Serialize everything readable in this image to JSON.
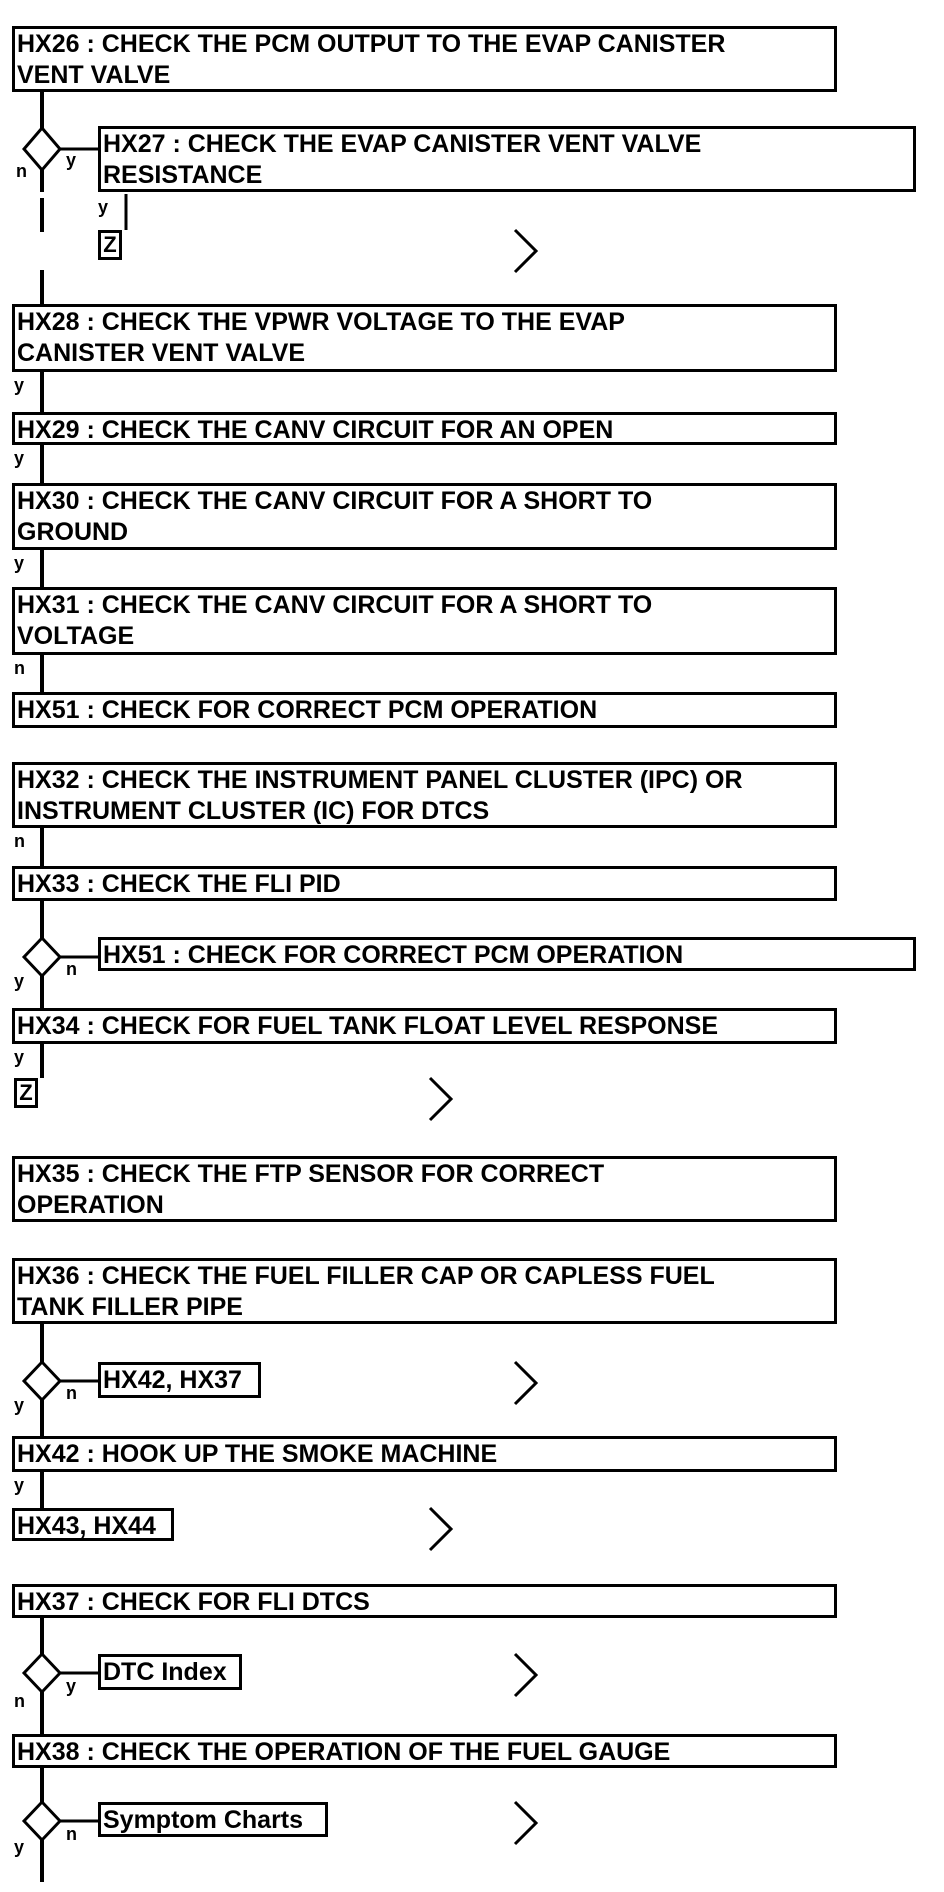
{
  "steps": {
    "hx26": [
      "HX26 : CHECK THE PCM OUTPUT TO THE EVAP CANISTER",
      "VENT VALVE"
    ],
    "hx27": [
      "HX27 : CHECK THE EVAP CANISTER VENT VALVE",
      "RESISTANCE"
    ],
    "hx28": [
      "HX28 : CHECK THE VPWR VOLTAGE TO THE EVAP",
      "CANISTER VENT VALVE"
    ],
    "hx29": "HX29 : CHECK THE CANV CIRCUIT FOR AN OPEN",
    "hx30": [
      "HX30 : CHECK THE CANV CIRCUIT FOR A SHORT TO",
      "GROUND"
    ],
    "hx31": [
      "HX31 : CHECK THE CANV CIRCUIT FOR A SHORT TO",
      "VOLTAGE"
    ],
    "hx51": "HX51 : CHECK FOR CORRECT PCM OPERATION",
    "hx32": [
      "HX32 : CHECK THE INSTRUMENT PANEL CLUSTER (IPC) OR",
      "INSTRUMENT CLUSTER (IC) FOR DTCS"
    ],
    "hx33": "HX33 : CHECK THE FLI PID",
    "hx51b": "HX51 : CHECK FOR CORRECT PCM OPERATION",
    "hx34": "HX34 : CHECK FOR FUEL TANK FLOAT LEVEL RESPONSE",
    "hx35": [
      "HX35 : CHECK THE FTP SENSOR FOR CORRECT",
      "OPERATION"
    ],
    "hx36": [
      "HX36 : CHECK THE FUEL FILLER CAP OR CAPLESS FUEL",
      "TANK FILLER PIPE"
    ],
    "hx42_37": "HX42, HX37",
    "hx42": "HX42 : HOOK UP THE SMOKE MACHINE",
    "hx43_44": "HX43, HX44",
    "hx37": "HX37 : CHECK FOR FLI DTCS",
    "dtc_index": "DTC Index",
    "hx38": "HX38 : CHECK THE OPERATION OF THE FUEL GAUGE",
    "symptom_charts": "Symptom Charts"
  },
  "connectors": {
    "z1": "Z",
    "z2": "Z"
  },
  "labels": {
    "yes": "y",
    "no": "n"
  }
}
